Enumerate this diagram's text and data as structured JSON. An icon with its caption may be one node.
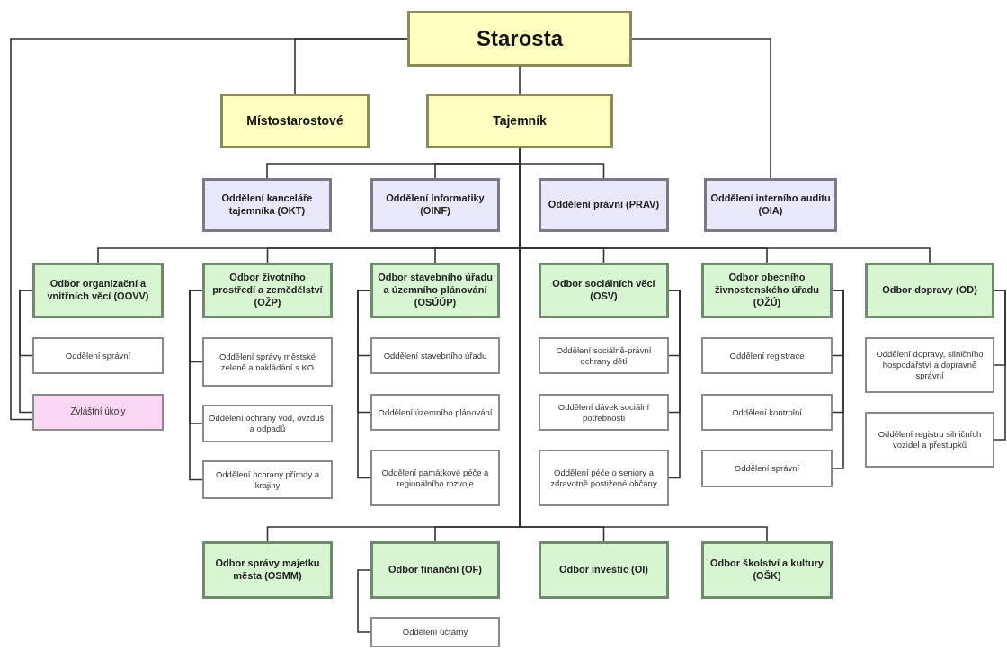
{
  "diagram": {
    "nodes": [
      {
        "text": [
          "Starosta"
        ]
      },
      {
        "text": [
          "Místostarostové"
        ]
      },
      {
        "text": [
          "Tajemník"
        ]
      },
      {
        "text": [
          "Oddělení kanceláře tajemníka (OKT)"
        ]
      },
      {
        "text": [
          "Oddělení informatiky (OINF)"
        ]
      },
      {
        "text": [
          "Oddělení právní (PRAV)"
        ]
      },
      {
        "text": [
          "Oddělení interního auditu (OIA)"
        ]
      },
      {
        "text": [
          "Odbor organizační a vnitřních věcí (OOVV)"
        ]
      },
      {
        "text": [
          "Odbor životního prostředí a zemědělství (OŽP)"
        ]
      },
      {
        "text": [
          "Odbor stavebního úřadu a územního plánování (OSÚÚP)"
        ]
      },
      {
        "text": [
          "Odbor sociálních věcí (OSV)"
        ]
      },
      {
        "text": [
          "Odbor obecního živnostenského úřadu (OŽÚ)"
        ]
      },
      {
        "text": [
          "Odbor dopravy (OD)"
        ]
      },
      {
        "text": [
          "Oddělení správní"
        ]
      },
      {
        "text": [
          "Zvláštní úkoly"
        ]
      },
      {
        "text": [
          "Oddělení správy městské zeleně a nakládání s KO"
        ]
      },
      {
        "text": [
          "Oddělení ochrany vod, ovzduší a odpadů"
        ]
      },
      {
        "text": [
          "Oddělení ochrany přírody a krajiny"
        ]
      },
      {
        "text": [
          "Oddělení stavebního úřadu"
        ]
      },
      {
        "text": [
          "Oddělení územního plánování"
        ]
      },
      {
        "text": [
          "Oddělení památkové péče a regionálního rozvoje"
        ]
      },
      {
        "text": [
          "Oddělení sociálně-právní ochrany dětí"
        ]
      },
      {
        "text": [
          "Oddělení dávek sociální potřebnosti"
        ]
      },
      {
        "text": [
          "Oddělení péče o seniory a zdravotně postižené občany"
        ]
      },
      {
        "text": [
          "Oddělení registrace"
        ]
      },
      {
        "text": [
          "Oddělení kontrolní"
        ]
      },
      {
        "text": [
          "Oddělení správní"
        ]
      },
      {
        "text": [
          "Oddělení dopravy, silničního hospodářství a dopravně správní"
        ]
      },
      {
        "text": [
          "Oddělení registru silničních vozidel a přestupků"
        ]
      },
      {
        "text": [
          "Odbor správy majetku města (OSMM)"
        ]
      },
      {
        "text": [
          "Odbor finanční (OF)"
        ]
      },
      {
        "text": [
          "Odbor investic (OI)"
        ]
      },
      {
        "text": [
          "Odbor školství a kultury (OŠK)"
        ]
      },
      {
        "text": [
          "Oddělení účtárny"
        ]
      }
    ],
    "edges": [
      {
        "from": 0,
        "to": 1,
        "arrow": "none"
      },
      {
        "from": 0,
        "to": 2,
        "arrow": "none"
      },
      {
        "from": 0,
        "to": 6,
        "arrow": "none"
      },
      {
        "from": 0,
        "to": 14,
        "arrow": "none"
      },
      {
        "from": 2,
        "to": 3,
        "arrow": "none"
      },
      {
        "from": 2,
        "to": 4,
        "arrow": "none"
      },
      {
        "from": 2,
        "to": 5,
        "arrow": "none"
      },
      {
        "from": 2,
        "to": 7,
        "arrow": "none"
      },
      {
        "from": 2,
        "to": 8,
        "arrow": "none"
      },
      {
        "from": 2,
        "to": 9,
        "arrow": "none"
      },
      {
        "from": 2,
        "to": 10,
        "arrow": "none"
      },
      {
        "from": 2,
        "to": 11,
        "arrow": "none"
      },
      {
        "from": 2,
        "to": 12,
        "arrow": "none"
      },
      {
        "from": 2,
        "to": 29,
        "arrow": "none"
      },
      {
        "from": 2,
        "to": 30,
        "arrow": "none"
      },
      {
        "from": 2,
        "to": 31,
        "arrow": "none"
      },
      {
        "from": 2,
        "to": 32,
        "arrow": "none"
      },
      {
        "from": 7,
        "to": 13,
        "arrow": "none"
      },
      {
        "from": 7,
        "to": 14,
        "arrow": "none"
      },
      {
        "from": 8,
        "to": 15,
        "arrow": "none"
      },
      {
        "from": 8,
        "to": 16,
        "arrow": "none"
      },
      {
        "from": 8,
        "to": 17,
        "arrow": "none"
      },
      {
        "from": 9,
        "to": 18,
        "arrow": "none"
      },
      {
        "from": 9,
        "to": 19,
        "arrow": "none"
      },
      {
        "from": 9,
        "to": 20,
        "arrow": "none"
      },
      {
        "from": 10,
        "to": 21,
        "arrow": "none"
      },
      {
        "from": 10,
        "to": 22,
        "arrow": "none"
      },
      {
        "from": 10,
        "to": 23,
        "arrow": "none"
      },
      {
        "from": 11,
        "to": 24,
        "arrow": "none"
      },
      {
        "from": 11,
        "to": 25,
        "arrow": "none"
      },
      {
        "from": 11,
        "to": 26,
        "arrow": "none"
      },
      {
        "from": 12,
        "to": 27,
        "arrow": "none"
      },
      {
        "from": 12,
        "to": 28,
        "arrow": "none"
      },
      {
        "from": 30,
        "to": 33,
        "arrow": "none"
      }
    ]
  }
}
